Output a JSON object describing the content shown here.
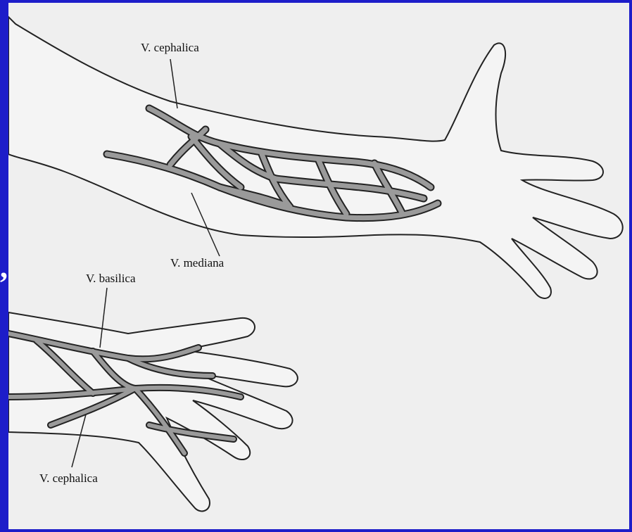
{
  "labels": {
    "cephalica_top": "V. cephalica",
    "mediana": "V. mediana",
    "basilica": "V. basilica",
    "cephalica_bottom": "V. cephalica"
  },
  "side_mark": ",",
  "colors": {
    "border": "#1d1dc9",
    "paper": "#efefef",
    "vein": "#9a9a9a",
    "outline": "#222222"
  }
}
